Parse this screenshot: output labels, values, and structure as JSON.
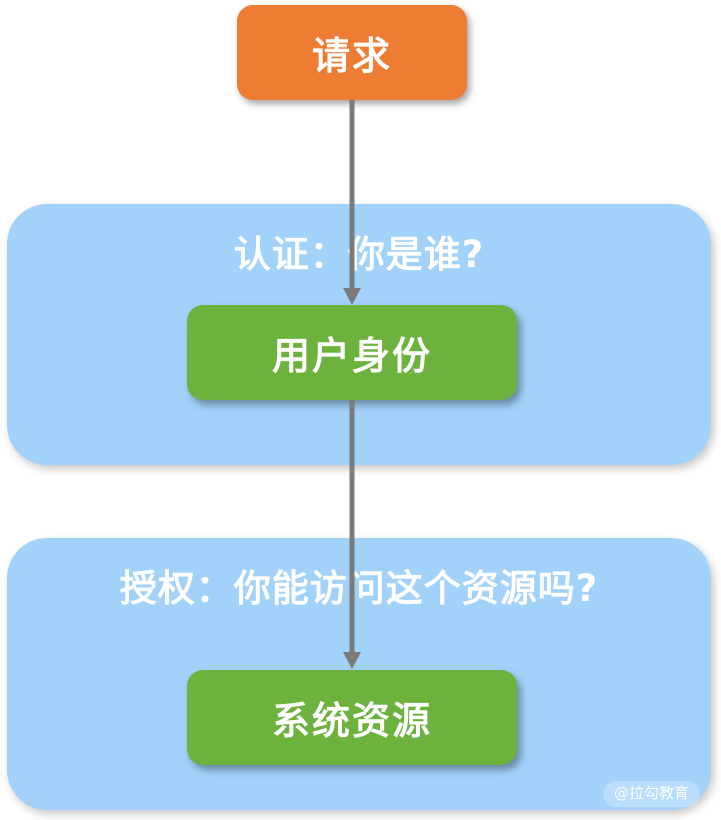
{
  "diagram": {
    "type": "flowchart",
    "request_label": "请求",
    "authentication": {
      "heading": "认证：你是谁?",
      "node_label": "用户身份"
    },
    "authorization": {
      "heading": "授权：你能访问这个资源吗?",
      "node_label": "系统资源"
    },
    "flow": [
      "请求 -> 用户身份",
      "用户身份 -> 系统资源"
    ],
    "watermark": "@拉勾教育"
  },
  "colors": {
    "request_node": "#EC7D33",
    "panel": "#A2D2FA",
    "entity_node": "#6CB23D",
    "arrow": "#7B7B7B",
    "text": "#FFFFFF"
  }
}
